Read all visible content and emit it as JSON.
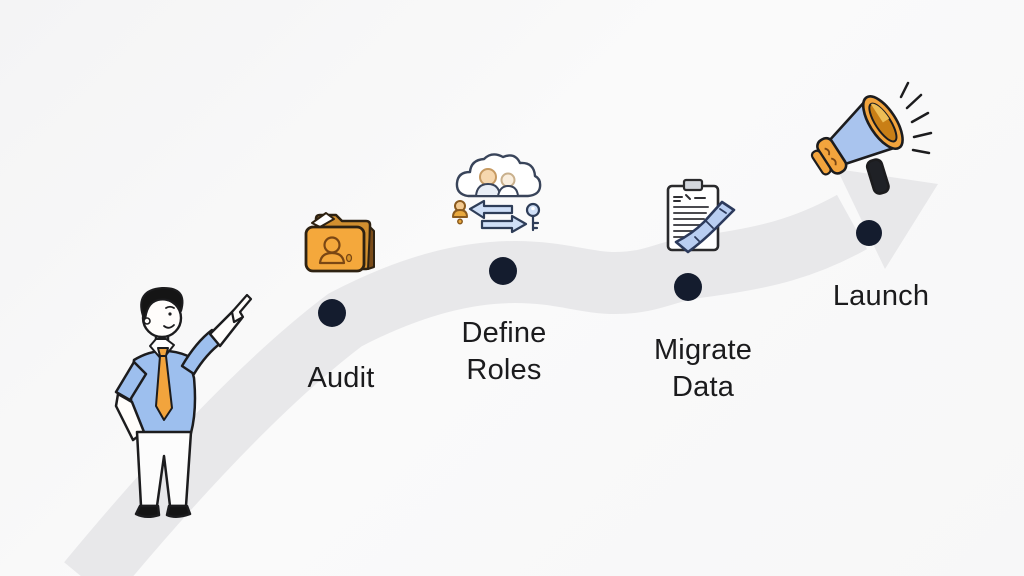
{
  "illustration": {
    "type": "roadmap-timeline",
    "steps": [
      {
        "label": "Audit",
        "icon": "folder-user-icon"
      },
      {
        "label": "Define Roles",
        "icon": "cloud-roles-exchange-icon"
      },
      {
        "label": "Migrate Data",
        "icon": "clipboard-migration-icon"
      },
      {
        "label": "Launch",
        "icon": "megaphone-icon"
      }
    ],
    "milestone_count": 4,
    "figure": {
      "name": "man-pointing-illustration",
      "shirt_color": "#9dbfee",
      "tie_color": "#f2a43d"
    },
    "colors": {
      "background": "#f8f8f9",
      "path_gray": "#e8e8ea",
      "milestone_dot": "#141c2e",
      "label_text": "#1b1b1d",
      "accent_orange": "#f2a43d",
      "accent_blue": "#a9c4ee",
      "outline": "#1c1c1e"
    }
  }
}
